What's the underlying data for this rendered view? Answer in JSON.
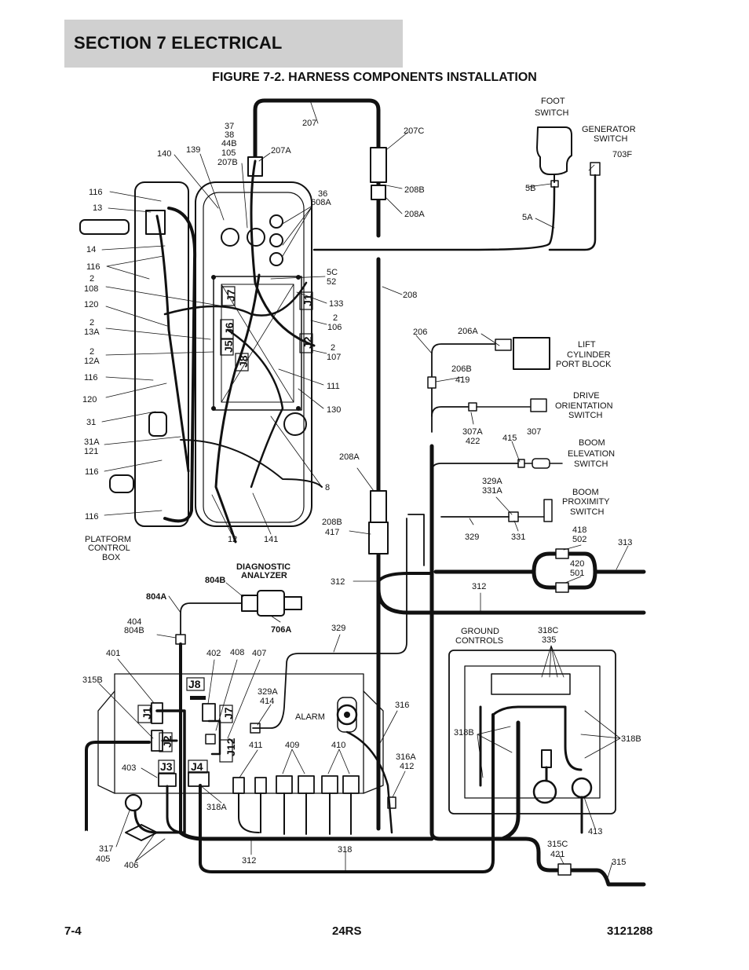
{
  "header": {
    "section": "SECTION 7   ELECTRICAL",
    "figure_title": "FIGURE 7-2. HARNESS COMPONENTS INSTALLATION"
  },
  "footer": {
    "page": "7-4",
    "model": "24RS",
    "doc_number": "3121288"
  },
  "labels": {
    "l207": "207",
    "l207c": "207C",
    "l207a": "207A",
    "l37": "37",
    "l38": "38",
    "l44b": "44B",
    "l105": "105",
    "l207b": "207B",
    "l139": "139",
    "l140": "140",
    "l36": "36",
    "l608a": "608A",
    "l208b_top": "208B",
    "l208a_top": "208A",
    "l208": "208",
    "foot1": "FOOT",
    "foot2": "SWITCH",
    "gen1": "GENERATOR",
    "gen2": "SWITCH",
    "l703f": "703F",
    "l5b": "5B",
    "l5a": "5A",
    "l116a": "116",
    "l13": "13",
    "l14": "14",
    "l116b": "116",
    "l2a": "2",
    "l108": "108",
    "l120a": "120",
    "l2b": "2",
    "l13a": "13A",
    "l2c": "2",
    "l12a": "12A",
    "l116c": "116",
    "l120b": "120",
    "l31": "31",
    "l31a": "31A",
    "l121": "121",
    "l116d": "116",
    "l116e": "116",
    "l5c": "5C",
    "l52": "52",
    "l133": "133",
    "l2d": "2",
    "l106": "106",
    "l2e": "2",
    "l107": "107",
    "l111": "111",
    "l130": "130",
    "l8": "8",
    "l12": "12",
    "l141": "141",
    "pcb1": "PLATFORM",
    "pcb2": "CONTROL",
    "pcb3": "BOX",
    "l206": "206",
    "l206a": "206A",
    "l206b": "206B",
    "l419": "419",
    "lift1": "LIFT",
    "lift2": "CYLINDER",
    "lift3": "PORT BLOCK",
    "drv1": "DRIVE",
    "drv2": "ORIENTATION",
    "drv3": "SWITCH",
    "l307a": "307A",
    "l422": "422",
    "l307": "307",
    "l415": "415",
    "be1": "BOOM",
    "be2": "ELEVATION",
    "be3": "SWITCH",
    "l329a_top": "329A",
    "l331a": "331A",
    "bp1": "BOOM",
    "bp2": "PROXIMITY",
    "bp3": "SWITCH",
    "l329_mid": "329",
    "l331": "331",
    "l208a_mid": "208A",
    "l208b_mid": "208B",
    "l417": "417",
    "l418": "418",
    "l502": "502",
    "l313": "313",
    "l420": "420",
    "l501": "501",
    "l312_a": "312",
    "l312_b": "312",
    "diag1": "DIAGNOSTIC",
    "diag2": "ANALYZER",
    "l804b_a": "804B",
    "l804a": "804A",
    "l404": "404",
    "l804b_b": "804B",
    "l706a": "706A",
    "l329_low": "329",
    "gnd1": "GROUND",
    "gnd2": "CONTROLS",
    "l318c": "318C",
    "l335": "335",
    "l401": "401",
    "l402": "402",
    "l408": "408",
    "l407": "407",
    "l315b": "315B",
    "l329a_low": "329A",
    "l414": "414",
    "alarm": "ALARM",
    "l316": "316",
    "l411": "411",
    "l409": "409",
    "l410": "410",
    "l316a": "316A",
    "l412": "412",
    "l318b_a": "318B",
    "l318b_b": "318B",
    "l403": "403",
    "l318a": "318A",
    "l317": "317",
    "l405": "405",
    "l406": "406",
    "l312_c": "312",
    "l318": "318",
    "l413": "413",
    "l315c": "315C",
    "l421": "421",
    "l315": "315",
    "j1_top": "J1",
    "j2_top": "J2",
    "j5": "J5",
    "j6": "J6",
    "j7_top": "J7",
    "j8_top": "J8",
    "j8": "J8",
    "j1": "J1",
    "j2": "J2",
    "j3": "J3",
    "j4": "J4",
    "j7": "J7",
    "j12": "J12"
  }
}
